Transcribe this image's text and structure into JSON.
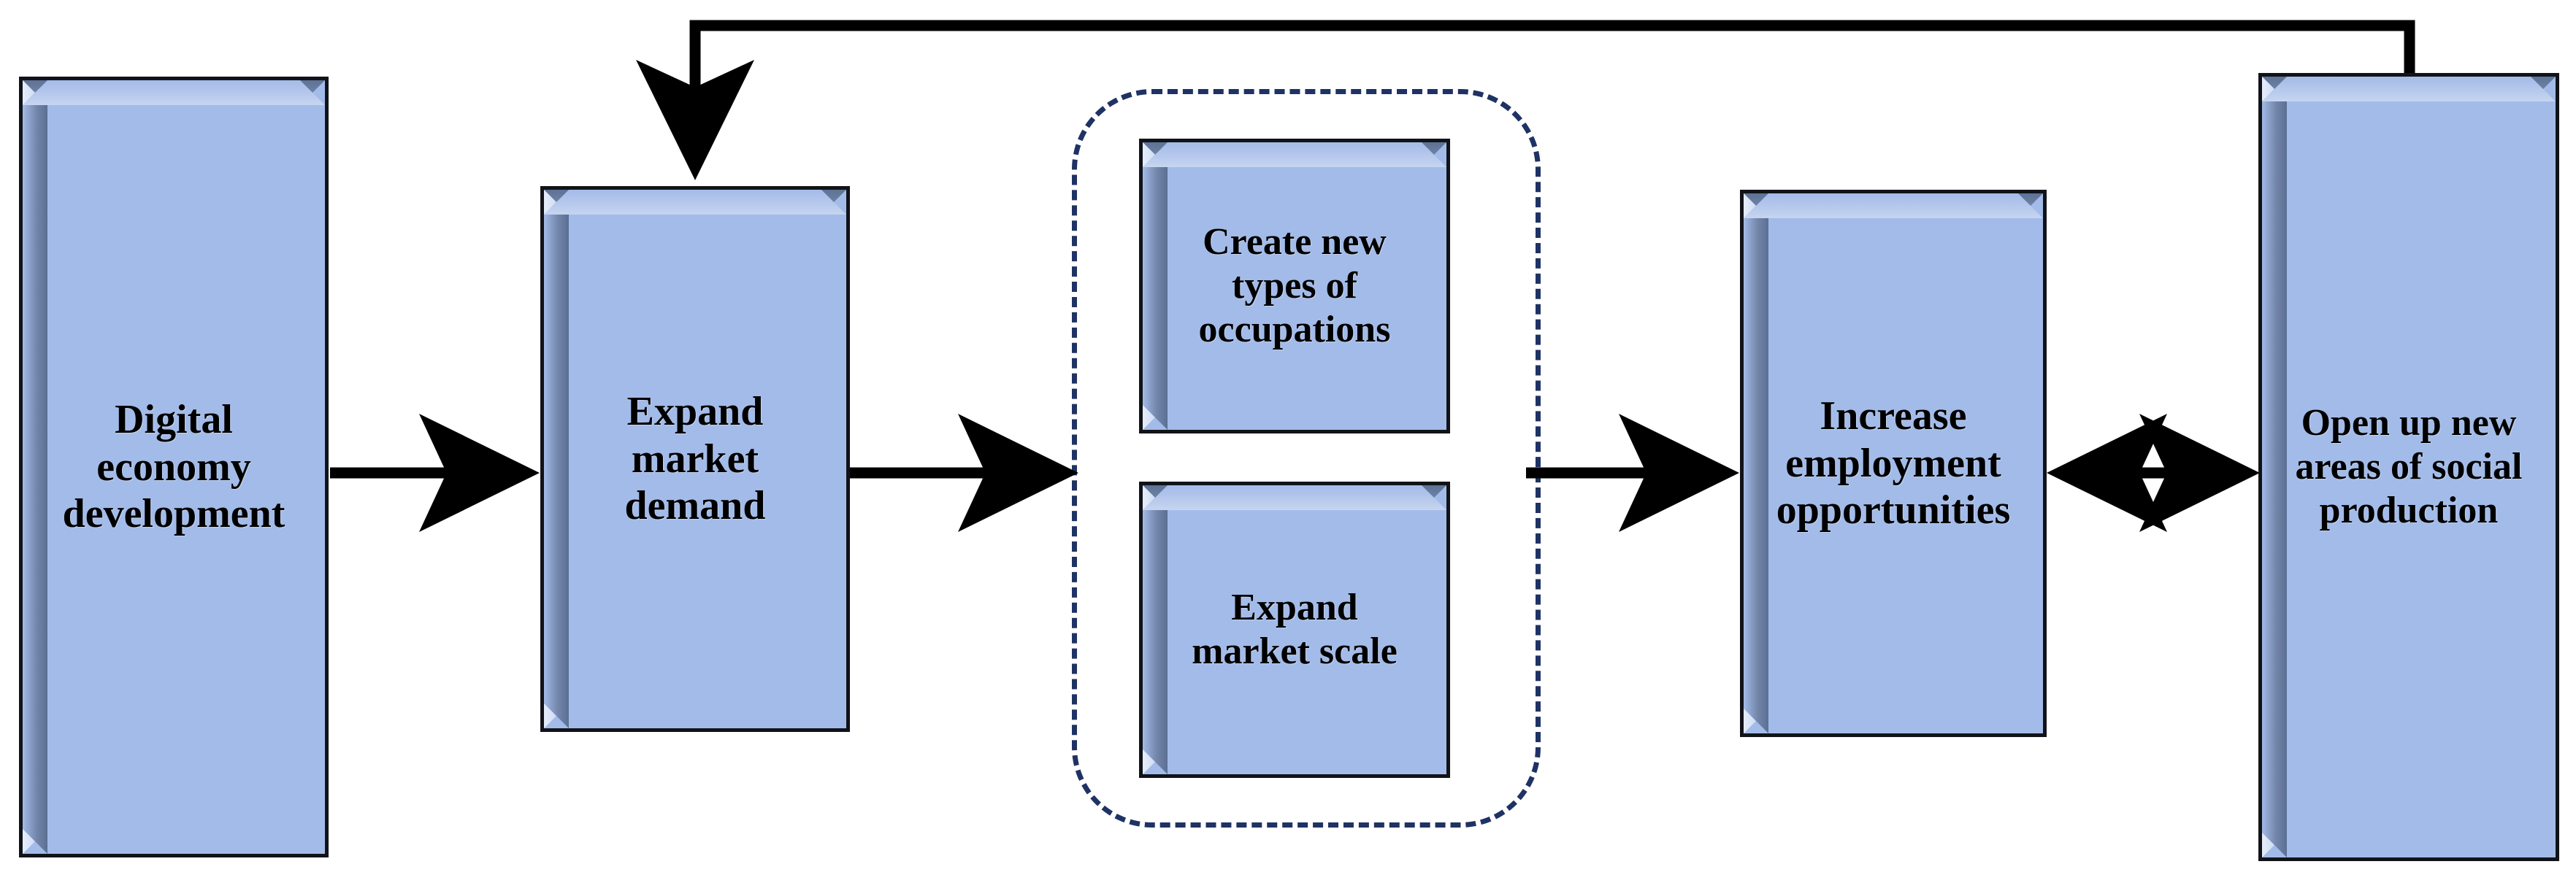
{
  "diagram": {
    "title": "Digital economy employment mechanism flow",
    "background_color": "#ffffff",
    "node_fill_color": "#a3bbe8",
    "node_border_color": "#111318",
    "group_border_color": "#1f3264",
    "connector_color": "#000000"
  },
  "nodes": [
    {
      "id": "digital-economy-development",
      "label": "Digital\neconomy\ndevelopment",
      "font_size": 56
    },
    {
      "id": "expand-market-demand",
      "label": "Expand\nmarket\ndemand",
      "font_size": 56
    },
    {
      "id": "create-new-occupations",
      "label": "Create new\ntypes of\noccupations",
      "font_size": 52
    },
    {
      "id": "expand-market-scale",
      "label": "Expand\nmarket scale",
      "font_size": 52
    },
    {
      "id": "increase-employment",
      "label": "Increase\nemployment\nopportunities",
      "font_size": 56
    },
    {
      "id": "open-new-production-areas",
      "label": "Open up new\nareas of social\nproduction",
      "font_size": 52
    }
  ],
  "group": {
    "id": "market-effects-group",
    "border_style": "dash-dot",
    "members": [
      "create-new-occupations",
      "expand-market-scale"
    ]
  },
  "connectors": [
    {
      "id": "c1",
      "from": "digital-economy-development",
      "to": "expand-market-demand",
      "arrow": "single"
    },
    {
      "id": "c2",
      "from": "expand-market-demand",
      "to": "market-effects-group",
      "arrow": "single"
    },
    {
      "id": "c3",
      "from": "market-effects-group",
      "to": "increase-employment",
      "arrow": "single"
    },
    {
      "id": "c4",
      "from": "increase-employment",
      "to": "open-new-production-areas",
      "arrow": "double"
    },
    {
      "id": "c5",
      "from": "open-new-production-areas",
      "to": "expand-market-demand",
      "arrow": "single",
      "routing": "feedback-loop-top"
    }
  ]
}
